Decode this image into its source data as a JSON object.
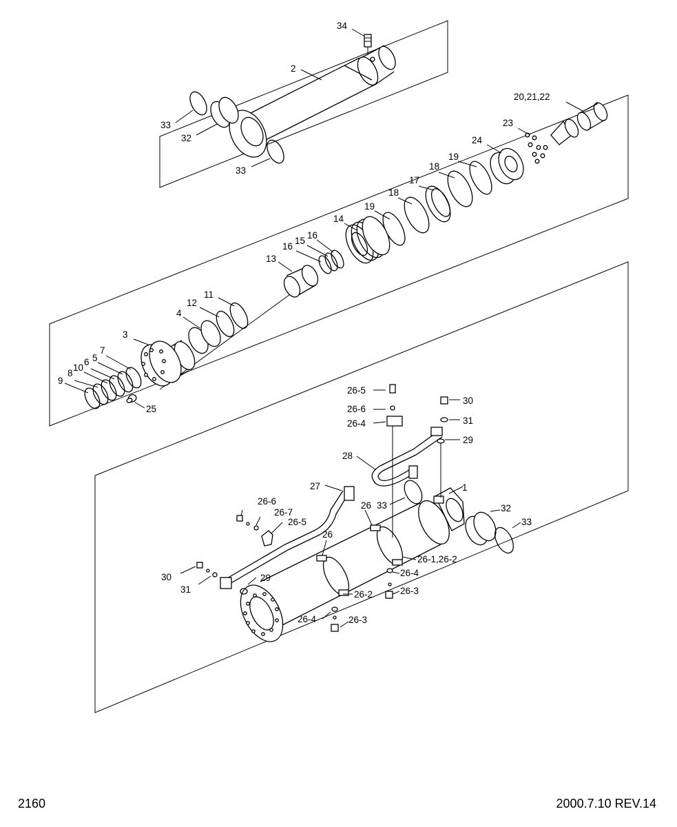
{
  "footer": {
    "page_number": "2160",
    "revision": "2000.7.10 REV.14"
  },
  "callouts": {
    "rod": {
      "c34": "34",
      "c2": "2",
      "c33a": "33",
      "c32": "32",
      "c33b": "33"
    },
    "internal": {
      "c20_21_22": "20,21,22",
      "c23": "23",
      "c24": "24",
      "c19a": "19",
      "c18a": "18",
      "c17": "17",
      "c18b": "18",
      "c19b": "19",
      "c14": "14",
      "c16a": "16",
      "c15": "15",
      "c16b": "16",
      "c13": "13",
      "c11": "11",
      "c12": "12",
      "c4": "4",
      "c3": "3",
      "c7": "7",
      "c5": "5",
      "c6": "6",
      "c10": "10",
      "c8": "8",
      "c9": "9",
      "c25": "25"
    },
    "tube": {
      "c26_5a": "26-5",
      "c26_6a": "26-6",
      "c26_4a": "26-4",
      "c30a": "30",
      "c31a": "31",
      "c29a": "29",
      "c28": "28",
      "c27": "27",
      "c1": "1",
      "c33a": "33",
      "c26a": "26",
      "c26_6b": "26-6",
      "c26_7": "26-7",
      "c26_5b": "26-5",
      "c32": "32",
      "c33b": "33",
      "c26b": "26",
      "c26_1_26_2": "26-1,26-2",
      "c30b": "30",
      "c26_4b": "26-4",
      "c31b": "31",
      "c29b": "29",
      "c26_3a": "26-3",
      "c26_2": "26-2",
      "c26_4c": "26-4",
      "c26_3b": "26-3"
    }
  }
}
